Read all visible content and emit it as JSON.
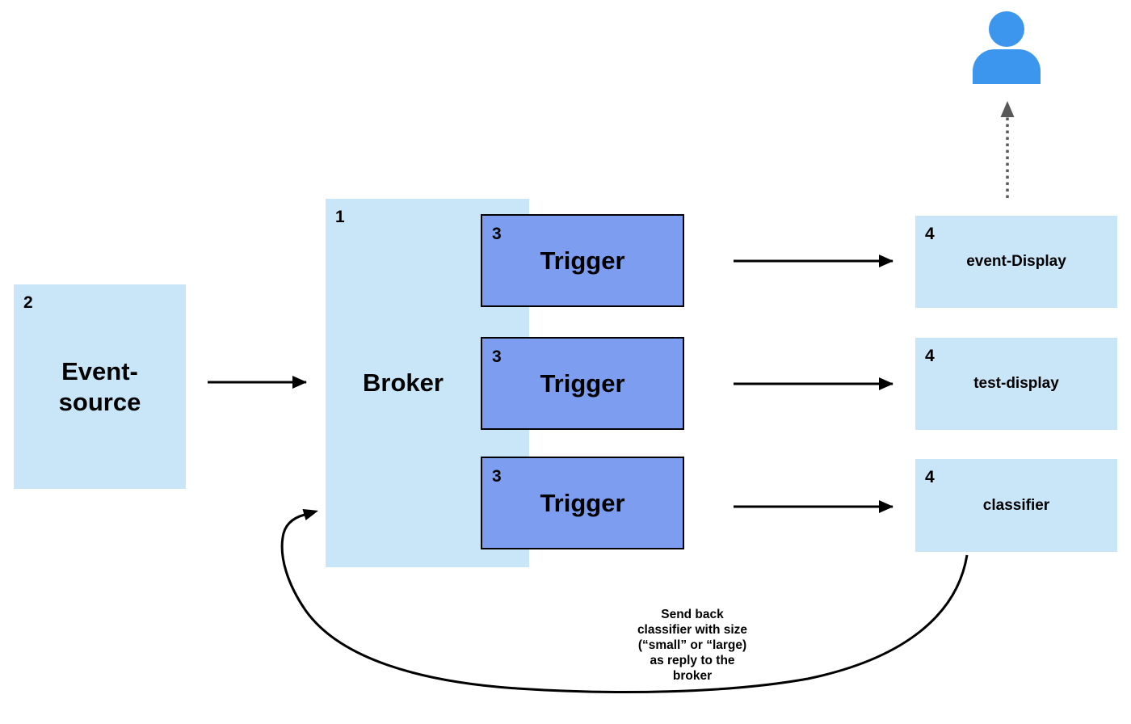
{
  "nodes": {
    "event_source": {
      "badge": "2",
      "line1": "Event-",
      "line2": "source"
    },
    "broker": {
      "badge": "1",
      "label": "Broker"
    },
    "triggers": [
      {
        "badge": "3",
        "label": "Trigger"
      },
      {
        "badge": "3",
        "label": "Trigger"
      },
      {
        "badge": "3",
        "label": "Trigger"
      }
    ],
    "sinks": [
      {
        "badge": "4",
        "label": "event-Display"
      },
      {
        "badge": "4",
        "label": "test-display"
      },
      {
        "badge": "4",
        "label": "classifier"
      }
    ]
  },
  "annotation": {
    "lines": [
      "Send back",
      "classifier with size",
      "(“small” or “large)",
      "as reply to the",
      "broker"
    ]
  },
  "icons": {
    "user": "user-icon"
  },
  "colors": {
    "light_box_blue": "#C9E5F8",
    "trigger_blue": "#7D9EF0",
    "user_icon_blue": "#3D96EE",
    "arrow_black": "#000000",
    "dotted_arrow_gray": "#595959"
  }
}
